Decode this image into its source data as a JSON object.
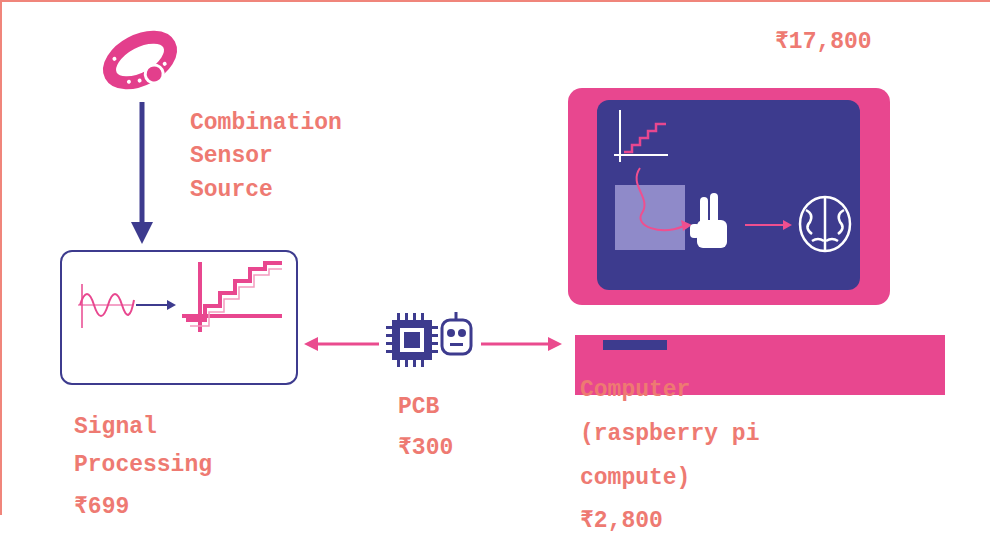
{
  "diagram": {
    "nodes": [
      {
        "text": [
          "Combination Sensor Source"
        ]
      },
      {
        "text": [
          "Signal Processing",
          "₹699"
        ]
      },
      {
        "text": [
          "PCB",
          "₹300"
        ]
      },
      {
        "text": [
          "Computer (raspberry pi compute) ₹2,800"
        ]
      }
    ],
    "edges": [
      {
        "from": 0,
        "to": 1,
        "arrow": "to"
      },
      {
        "from": 2,
        "to": 1,
        "arrow": "to"
      },
      {
        "from": 2,
        "to": 3,
        "arrow": "to"
      }
    ],
    "labels": [
      "₹17,800"
    ]
  }
}
